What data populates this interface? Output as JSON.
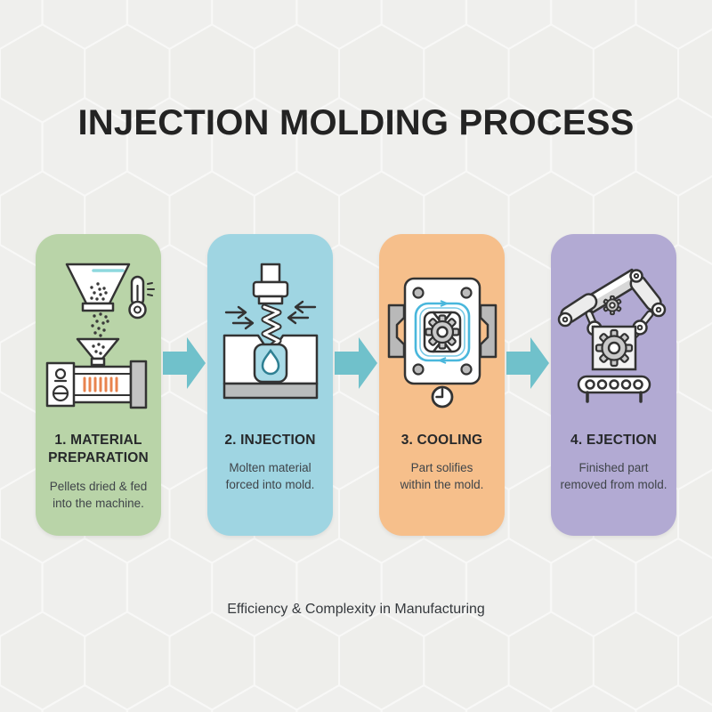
{
  "page": {
    "background": "#efefed"
  },
  "header": {
    "title": "INJECTION MOLDING PROCESS",
    "color": "#232323"
  },
  "steps": [
    {
      "title": "1. MATERIAL\nPREPARATION",
      "description": "Pellets dried & fed\ninto the machine.",
      "card_color": "#b9d4a8",
      "icons": [
        "hopper-icon",
        "thermometer-icon",
        "pellets",
        "extruder-machine-icon"
      ]
    },
    {
      "title": "2. INJECTION",
      "description": "Molten material\nforced into mold.",
      "card_color": "#9fd5e2",
      "icons": [
        "screw-plunger-icon",
        "mold-icon",
        "molten-droplet-icon",
        "pressure-arrows"
      ]
    },
    {
      "title": "3. COOLING",
      "description": "Part solifies\nwithin the mold.",
      "card_color": "#f6bf8b",
      "icons": [
        "mold-plate-icon",
        "cooling-channel-loop",
        "gear-part-icon",
        "clamp-icon",
        "clock-icon"
      ]
    },
    {
      "title": "4. EJECTION",
      "description": "Finished part\nremoved from mold.",
      "card_color": "#b2aad3",
      "icons": [
        "robot-arm-icon",
        "gear-part-icon",
        "conveyor-icon"
      ]
    }
  ],
  "flow": {
    "arrow_color": "#70c1cb"
  },
  "accents": {
    "heater_stripes": "#e8834e",
    "cooling_line": "#49b7dc",
    "hopper_level_line": "#8ed8de",
    "outline": "#333333"
  },
  "footer": {
    "caption": "Efficiency & Complexity in Manufacturing"
  }
}
